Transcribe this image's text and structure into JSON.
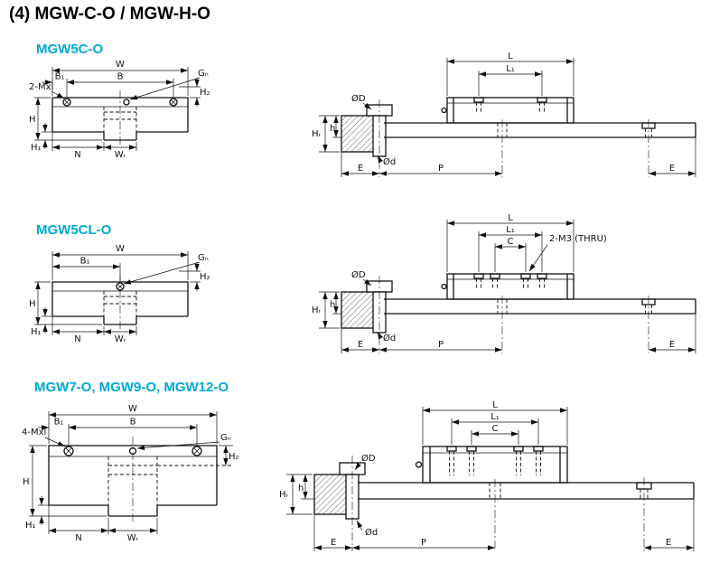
{
  "title": "(4) MGW-C-O / MGW-H-O",
  "accent_color": "#00A9D4",
  "line_color": "#111111",
  "sections": [
    {
      "name": "MGW5C-O",
      "front": {
        "w": "W",
        "b": "B",
        "b1": "B₁",
        "mxl": "2-Mxl",
        "gn": "Gₙ",
        "h2": "H₂",
        "h": "H",
        "h1": "H₁",
        "n": "N",
        "wr": "Wᵣ"
      },
      "side": {
        "l": "L",
        "l1": "L₁",
        "dia_D": "ØD",
        "dia_d": "Ød",
        "hr": "Hᵣ",
        "h": "h",
        "e1": "E",
        "p": "P",
        "e2": "E"
      }
    },
    {
      "name": "MGW5CL-O",
      "front": {
        "w": "W",
        "b1": "B₁",
        "gn": "Gₙ",
        "h2": "H₂",
        "h": "H",
        "h1": "H₁",
        "n": "N",
        "wr": "Wᵣ"
      },
      "side": {
        "l": "L",
        "l1": "L₁",
        "c": "C",
        "thread_note": "2-M3 (THRU)",
        "dia_D": "ØD",
        "dia_d": "Ød",
        "hr": "Hᵣ",
        "h": "h",
        "e1": "E",
        "p": "P",
        "e2": "E"
      }
    },
    {
      "name": "MGW7-O, MGW9-O, MGW12-O",
      "front": {
        "mxl": "4-Mxl",
        "w": "W",
        "b": "B",
        "b1": "B₁",
        "gn": "Gₙ",
        "h2": "H₂",
        "h": "H",
        "h1": "H₁",
        "n": "N",
        "wr": "Wᵣ"
      },
      "side": {
        "l": "L",
        "l1": "L₁",
        "c": "C",
        "dia_D": "ØD",
        "dia_d": "Ød",
        "hr": "Hᵣ",
        "h": "h",
        "e1": "E",
        "p": "P",
        "e2": "E"
      }
    }
  ]
}
